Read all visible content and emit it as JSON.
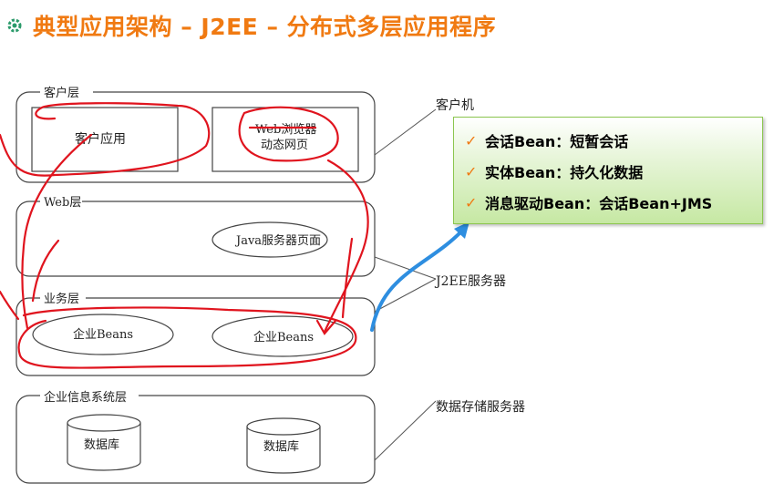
{
  "slide": {
    "title": "典型应用架构 – J2EE – 分布式多层应用程序",
    "icon": "gear-flower-icon",
    "accent_color": "#f07a12"
  },
  "layers": {
    "client": {
      "label": "客户层",
      "client_app": "客户应用",
      "browser_line1": "Web浏览器",
      "browser_line2": "动态网页"
    },
    "web": {
      "label": "Web层",
      "jsp": "Java服务器页面"
    },
    "business": {
      "label": "业务层",
      "bean_left": "企业Beans",
      "bean_right": "企业Beans"
    },
    "eis": {
      "label": "企业信息系统层",
      "db_left": "数据库",
      "db_right": "数据库"
    }
  },
  "machines": {
    "client_machine": "客户机",
    "j2ee_server": "J2EE服务器",
    "db_server": "数据存储服务器"
  },
  "bean_types": [
    {
      "label": "会话Bean：短暂会话"
    },
    {
      "label": "实体Bean：持久化数据"
    },
    {
      "label": "消息驱动Bean：会话Bean+JMS"
    }
  ],
  "colors": {
    "annotation_red": "#e0141e",
    "arrow_blue": "#2e8ee0",
    "box_green": "#8cc64f"
  }
}
